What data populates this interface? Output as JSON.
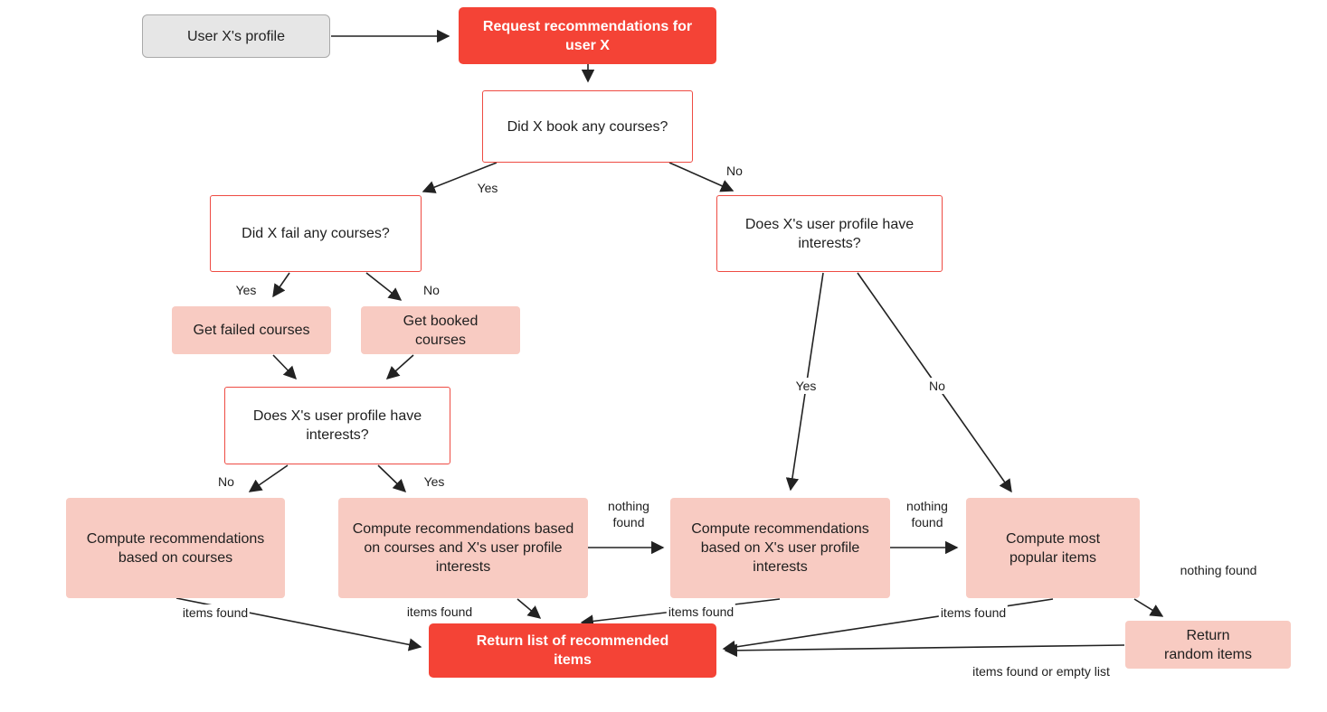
{
  "nodes": {
    "profile": "User X's profile",
    "request": "Request recommendations for user X",
    "q_booked": "Did X book any courses?",
    "q_failed": "Did X fail any courses?",
    "q_interests_right": "Does X's user profile have interests?",
    "get_failed": "Get failed courses",
    "get_booked": "Get booked courses",
    "q_interests_left": "Does X's user profile have interests?",
    "compute_courses": "Compute recommendations based on courses",
    "compute_courses_interests": "Compute recommendations based on courses and X's user profile interests",
    "compute_interests": "Compute recommendations based on X's user profile interests",
    "compute_popular": "Compute most popular items",
    "return_list": "Return list of recommended items",
    "return_random": "Return random items"
  },
  "edge_labels": {
    "booked_yes": "Yes",
    "booked_no": "No",
    "failed_yes": "Yes",
    "failed_no": "No",
    "right_interests_yes": "Yes",
    "right_interests_no": "No",
    "left_interests_no": "No",
    "left_interests_yes": "Yes",
    "nothing_found_1": "nothing found",
    "nothing_found_2": "nothing found",
    "nothing_found_3": "nothing found",
    "items_found_1": "items found",
    "items_found_2": "items found",
    "items_found_3": "items found",
    "items_found_4": "items found",
    "items_found_or_empty": "items found or empty list"
  },
  "colors": {
    "primary": "#f44336",
    "decision_border": "#ee4b43",
    "action_fill": "#f8cbc2",
    "profile_fill": "#e6e6e6",
    "arrow": "#222222"
  }
}
